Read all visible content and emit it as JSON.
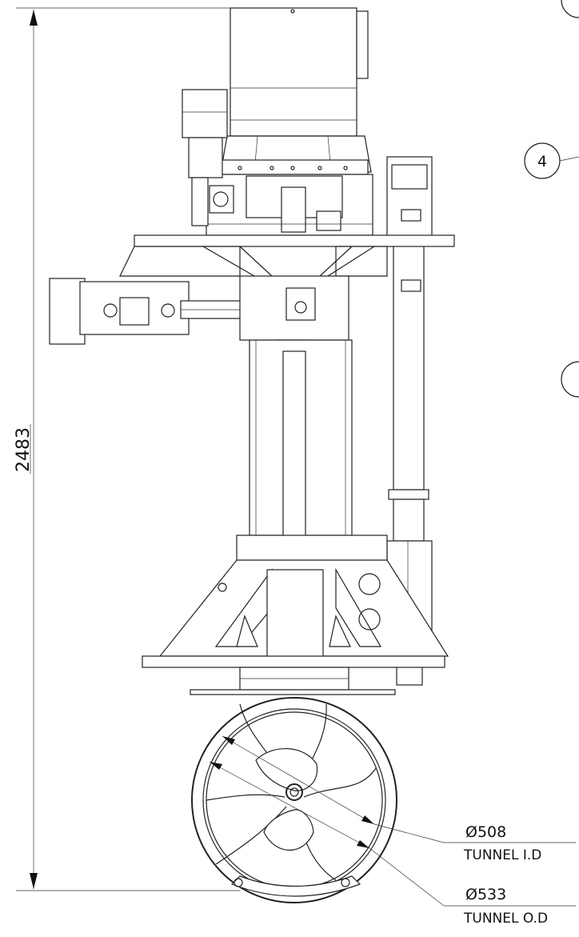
{
  "drawing": {
    "overall_height": "2483",
    "balloons": [
      "4"
    ],
    "tunnel_id": {
      "value": "Ø508",
      "label": "TUNNEL I.D"
    },
    "tunnel_od": {
      "value": "Ø533",
      "label": "TUNNEL O.D"
    }
  }
}
